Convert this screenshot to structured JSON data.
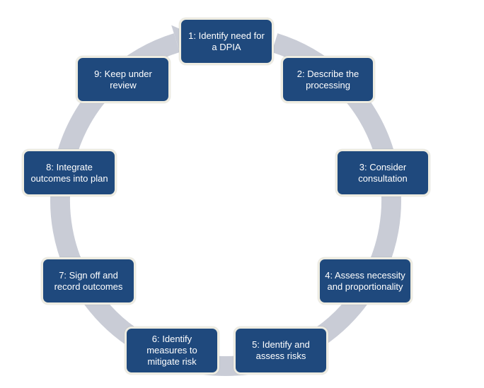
{
  "diagram": {
    "type": "cycle",
    "colors": {
      "box_fill": "#1f497d",
      "box_border": "#eeece1",
      "box_text": "#ffffff",
      "ring": "#c9ccd6"
    },
    "steps": [
      {
        "label": "1: Identify need for\na DPIA"
      },
      {
        "label": "2: Describe the\nprocessing"
      },
      {
        "label": "3: Consider\nconsultation"
      },
      {
        "label": "4: Assess necessity\nand proportionality"
      },
      {
        "label": "5: Identify and\nassess risks"
      },
      {
        "label": "6: Identify\nmeasures to\nmitigate risk"
      },
      {
        "label": "7: Sign off and\nrecord outcomes"
      },
      {
        "label": "8: Integrate\noutcomes into plan"
      },
      {
        "label": "9: Keep under\nreview"
      }
    ],
    "flow_direction": "clockwise"
  }
}
